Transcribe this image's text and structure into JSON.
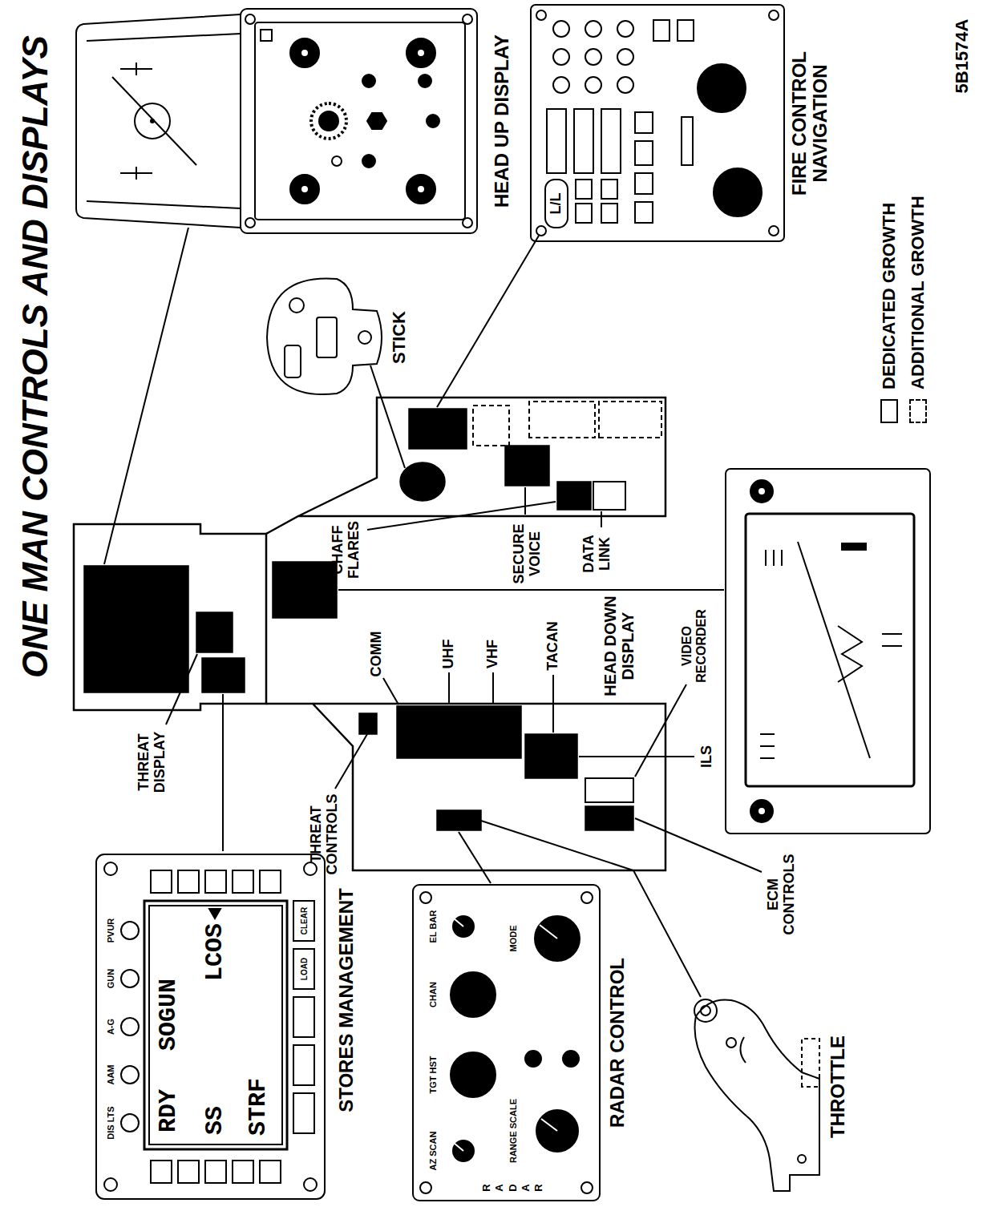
{
  "diagram": {
    "title": "ONE MAN CONTROLS AND DISPLAYS",
    "labels": [
      "HEAD UP DISPLAY",
      "FIRE CONTROL NAVIGATION",
      "STICK",
      "CHAFF FLARES",
      "SECURE VOICE",
      "DATA LINK",
      "HEAD DOWN DISPLAY",
      "COMM",
      "UHF",
      "VHF",
      "TACAN",
      "VIDEO RECORDER",
      "ILS",
      "ECM CONTROLS",
      "THREAT CONTROLS",
      "THREAT DISPLAY",
      "STORES MANAGEMENT",
      "RADAR CONTROL",
      "THROTTLE",
      "5B1574A",
      "DIS LTS",
      "AAM",
      "A-G",
      "GUN",
      "PVUR",
      "RDY",
      "SOGUN",
      "LCOS",
      "SS",
      "STRF",
      "LOAD",
      "CLEAR",
      "AZ SCAN",
      "TGT HST",
      "CHAN",
      "EL BAR",
      "RANGE SCALE",
      "MODE",
      "RADAR",
      "L/L"
    ],
    "legend": [
      {
        "text": "DEDICATED GROWTH"
      },
      {
        "text": "ADDITIONAL GROWTH"
      }
    ]
  }
}
